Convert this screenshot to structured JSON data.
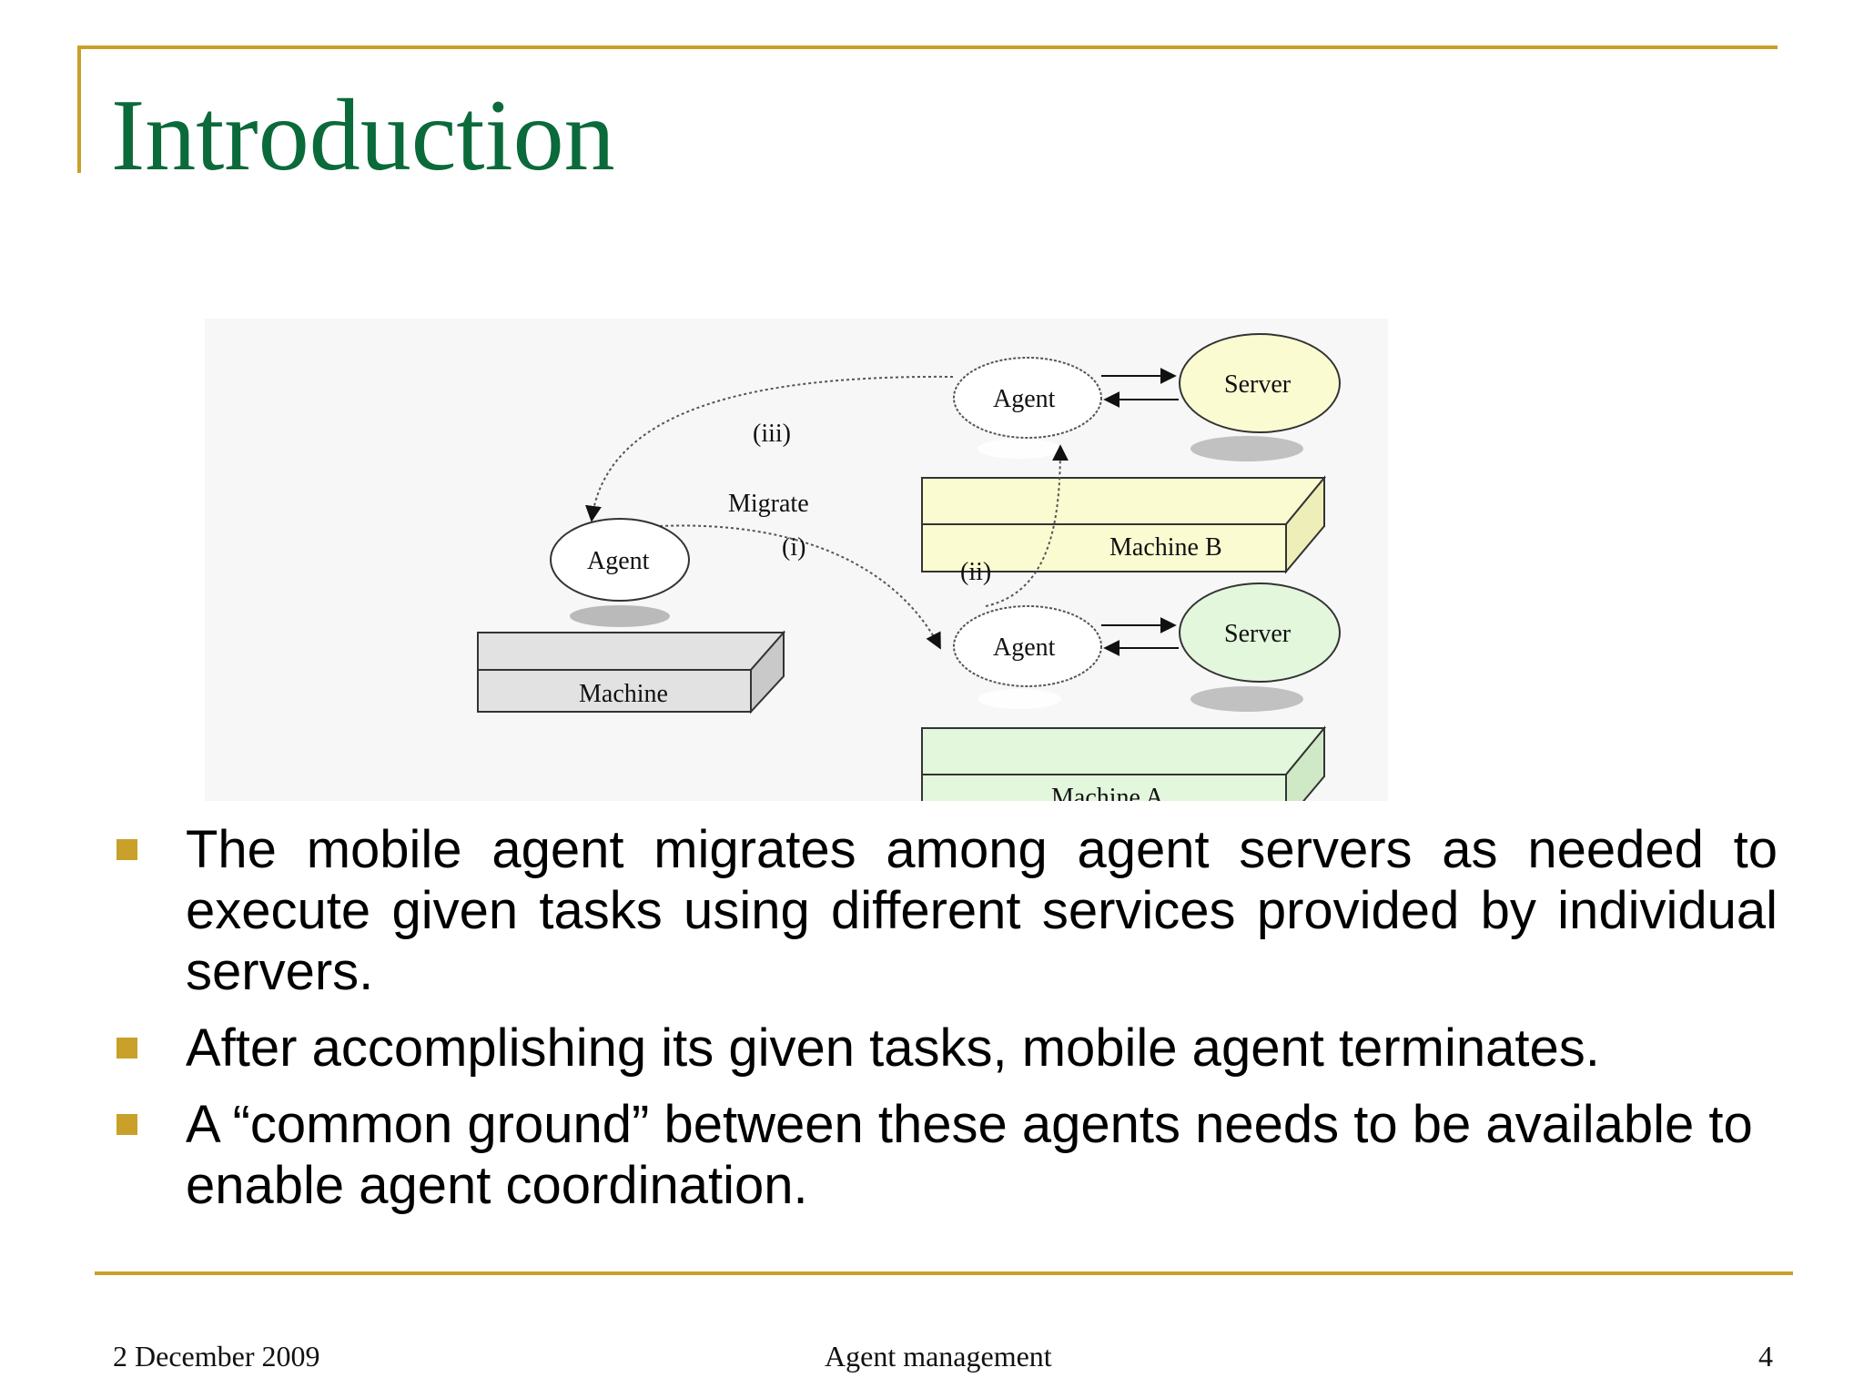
{
  "slide": {
    "title": "Introduction"
  },
  "diagram": {
    "machine_b": {
      "agent": "Agent",
      "server": "Server",
      "label": "Machine B"
    },
    "machine_a": {
      "agent": "Agent",
      "server": "Server",
      "label": "Machine A"
    },
    "machine": {
      "agent": "Agent",
      "label": "Machine"
    },
    "labels": {
      "step_iii": "(iii)",
      "migrate": "Migrate",
      "step_i": "(i)",
      "step_ii": "(ii)"
    },
    "colors": {
      "machine_b_fill": "#fbfbd2",
      "machine_a_fill": "#e2f7dc",
      "machine_fill": "#dedede",
      "server_b_fill": "#fbfbd2",
      "server_a_fill": "#e2f7dc"
    }
  },
  "bullets": [
    "The mobile agent migrates among agent servers as needed to execute given tasks using different services provided by individual servers.",
    "After accomplishing its given tasks, mobile agent terminates.",
    "A “common ground” between these agents needs to be available to enable agent coordination."
  ],
  "footer": {
    "date": "2 December 2009",
    "topic": "Agent management",
    "page": "4"
  },
  "accent_color": "#c8a02a",
  "title_color": "#0b6a3a"
}
